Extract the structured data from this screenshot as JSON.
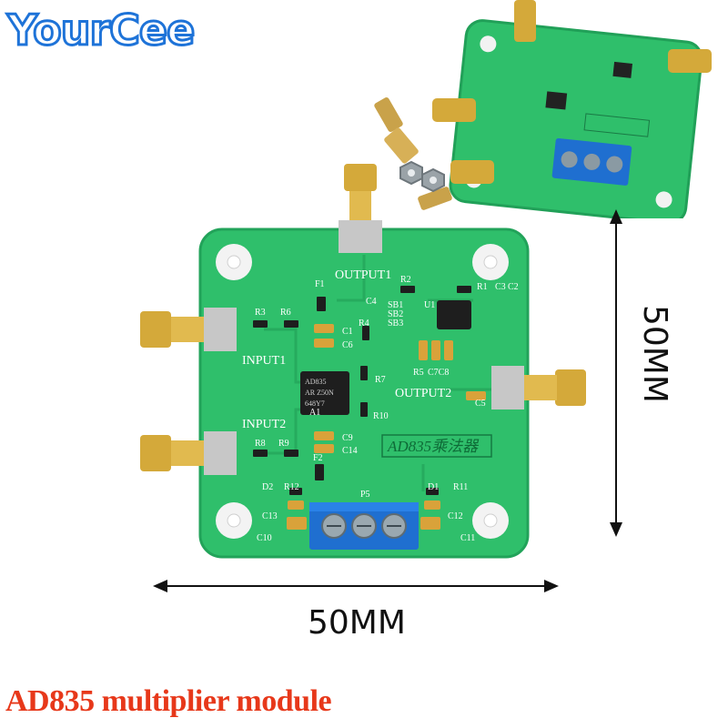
{
  "brand": {
    "name": "YourCee"
  },
  "caption": "AD835 multiplier module",
  "dimensions": {
    "width_label": "50MM",
    "height_label": "50MM"
  },
  "board": {
    "chip_label": "AD835乘法器",
    "ports": {
      "output1": "OUTPUT1",
      "output2": "OUTPUT2",
      "input1": "INPUT1",
      "input2": "INPUT2"
    },
    "ic": {
      "line1": "AD835",
      "line2": "AR Z50N",
      "line3": "648Y7"
    },
    "designators": {
      "r1": "R1",
      "r2": "R2",
      "r3": "R3",
      "r4": "R4",
      "r5": "R5",
      "r6": "R6",
      "r7": "R7",
      "r8": "R8",
      "r9": "R9",
      "r10": "R10",
      "r11": "R11",
      "r12": "R12",
      "c1": "C1",
      "c2": "C2",
      "c3": "C3",
      "c4": "C4",
      "c5": "C5",
      "c6": "C6",
      "c7c8": "C7C8",
      "c9": "C9",
      "c10": "C10",
      "c11": "C11",
      "c12": "C12",
      "c13": "C13",
      "c14": "C14",
      "d1": "D1",
      "d2": "D2",
      "f1": "F1",
      "f2": "F2",
      "p5": "P5",
      "u1": "U1",
      "a1": "A1",
      "sb1": "SB1",
      "sb2": "SB2",
      "sb3": "SB3"
    }
  },
  "colors": {
    "brand_blue": "#1e73d8",
    "pcb_green": "#2fbf6b",
    "terminal_blue": "#1f6fd0",
    "caption_red": "#e7381a",
    "gold": "#d4a93a"
  }
}
